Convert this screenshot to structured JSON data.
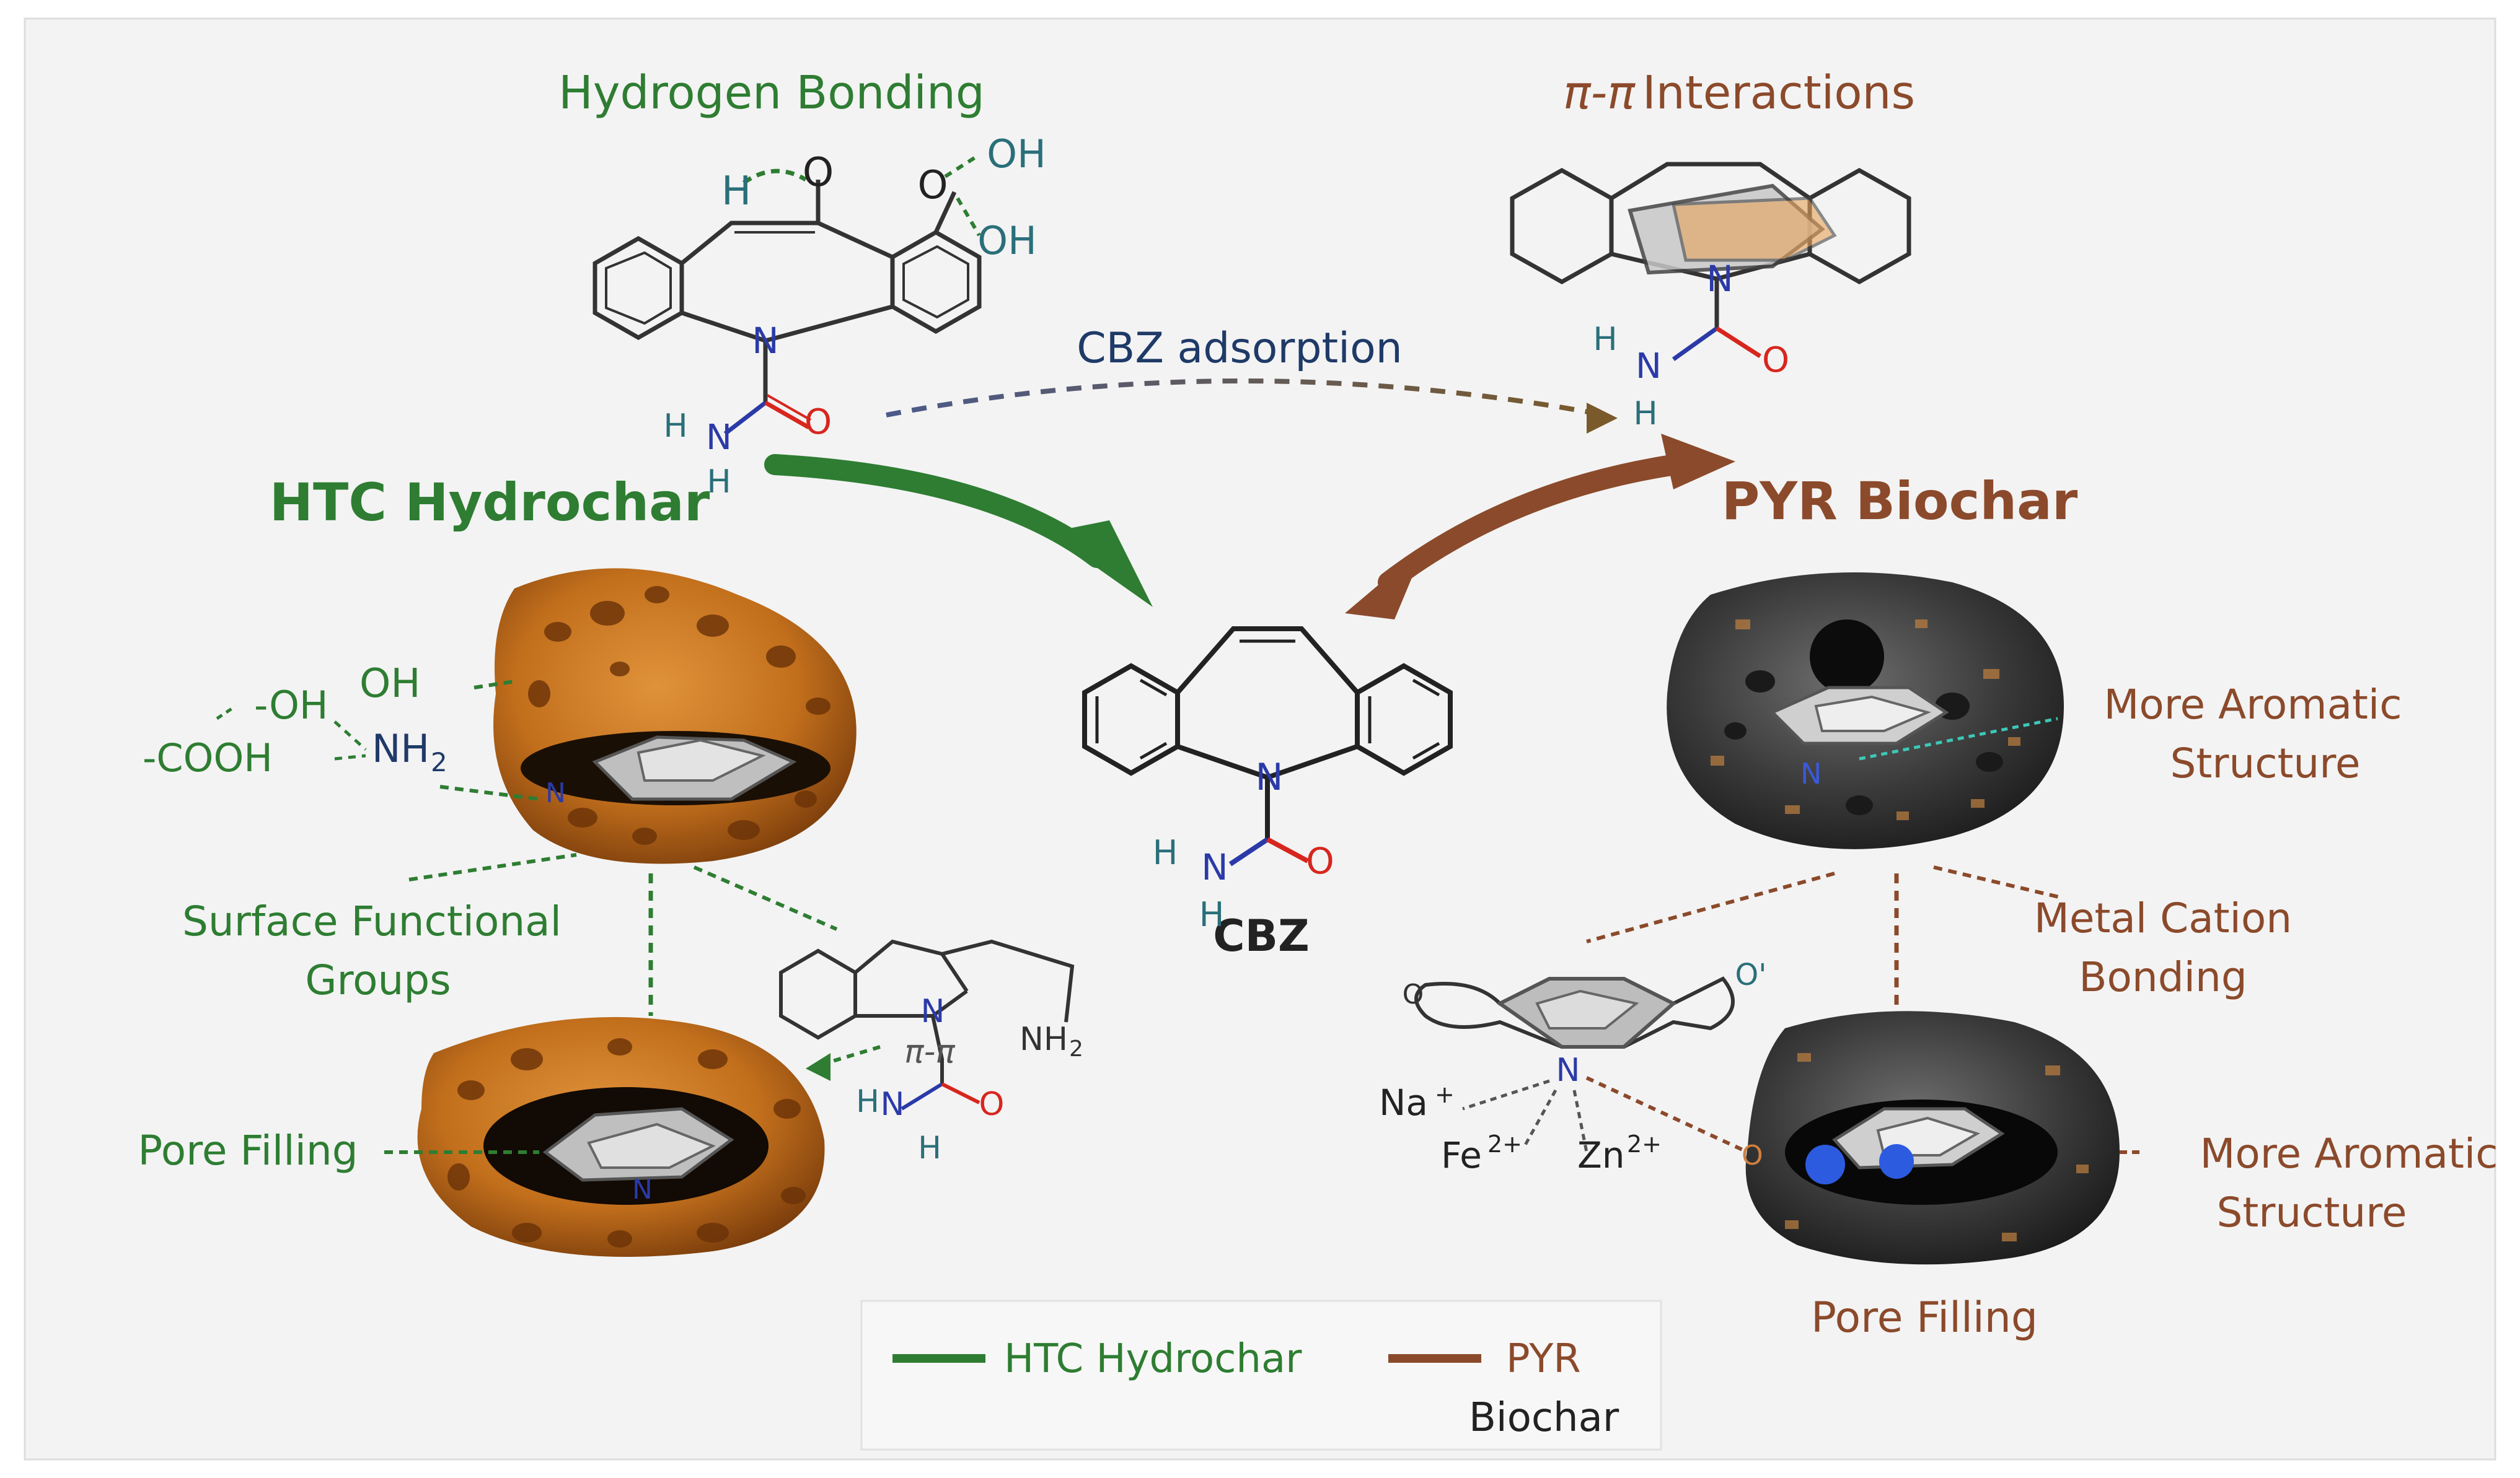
{
  "titles": {
    "hydrogen_bonding": "Hydrogen Bonding",
    "pi_pi": "π-π",
    "interactions": "Interactions",
    "cbz_adsorption": "CBZ adsorption",
    "htc": "HTC Hydrochar",
    "pyr": "PYR Biochar",
    "cbz": "CBZ"
  },
  "left_labels": {
    "oh_small": "-OH",
    "cooh": "-COOH",
    "oh": "OH",
    "nh2": "NH",
    "nh2_sub": "2",
    "surface_1": "Surface Functional",
    "surface_2": "Groups",
    "pore_filling": "Pore Filling"
  },
  "right_labels": {
    "aromatic1_1": "More Aromatic",
    "aromatic1_2": "Structure",
    "metal_1": "Metal Cation",
    "metal_2": "Bonding",
    "aromatic2_1": "More Aromatic",
    "aromatic2_2": "Structure",
    "pore_filling": "Pore Filling"
  },
  "ions": {
    "na": "Na",
    "na_sup": "+",
    "fe": "Fe",
    "fe_sup": "2+",
    "zn": "Zn",
    "zn_sup": "2+"
  },
  "atoms": {
    "n": "N",
    "o": "O",
    "h": "H",
    "oh": "OH",
    "nh2": "NH",
    "nh2_sub": "2",
    "pi_pi_small": "π-π",
    "o_prime": "O'"
  },
  "legend": {
    "htc": "HTC Hydrochar",
    "pyr_1": "PYR",
    "pyr_2": "Biochar"
  },
  "colors": {
    "htc_green": "#2e7d32",
    "pyr_brown": "#8b4a2b",
    "navy": "#1f3a68",
    "n_blue": "#2b3aa8",
    "o_red": "#d7261e",
    "h_teal": "#2a6f7a",
    "hydrochar_orange": "#c9781f",
    "biochar_gray": "#3d3d3d"
  }
}
